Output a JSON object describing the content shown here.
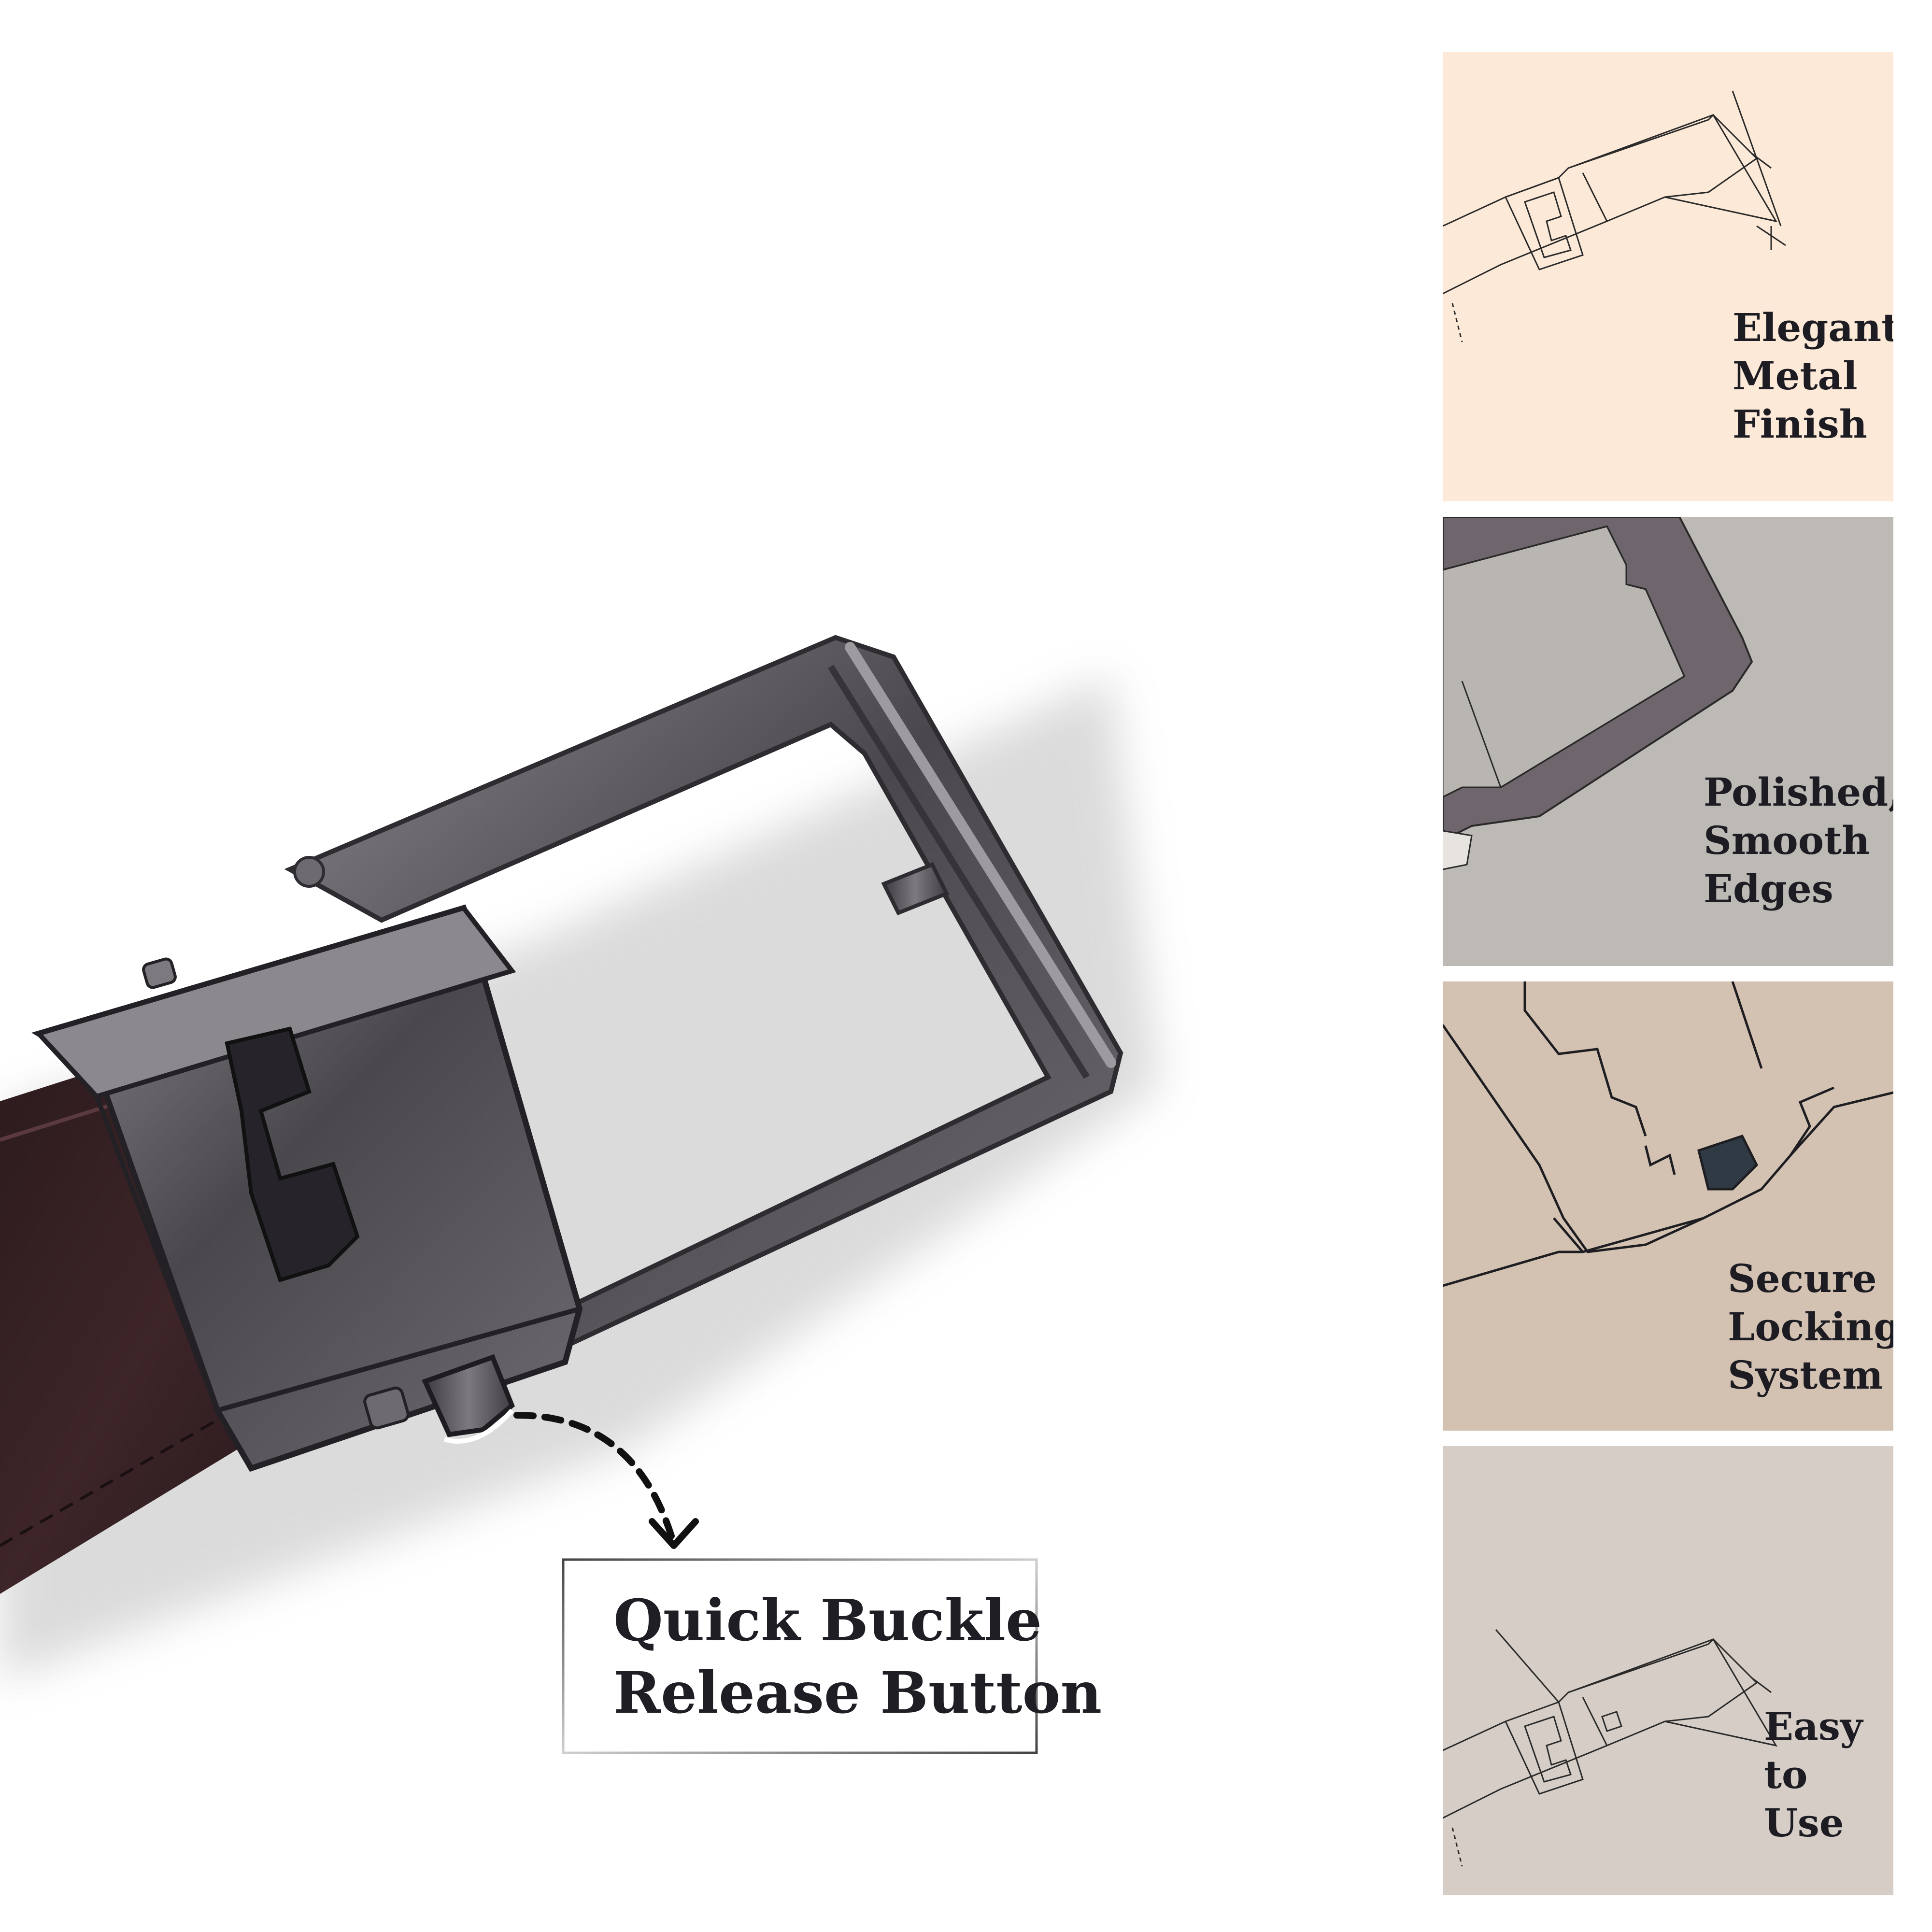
{
  "callout": {
    "line1": "Quick Buckle",
    "line2": "Release Button"
  },
  "features": [
    {
      "lines": [
        "Elegant",
        "Metal",
        "Finish"
      ],
      "bg": "#fde9d7"
    },
    {
      "lines": [
        "Polished,",
        "Smooth",
        "Edges"
      ],
      "bg": "#bdb9b5"
    },
    {
      "lines": [
        "Secure",
        "Locking",
        "System"
      ],
      "bg": "#d3c2b2"
    },
    {
      "lines": [
        "Easy",
        "to",
        "Use"
      ],
      "bg": "#d5cdc6"
    }
  ],
  "colors": {
    "buckle_metal": "#5a585d",
    "belt_leather": "#3a2326",
    "lock_button": "#2f3a44",
    "panel_edge_tone": "#6e666c"
  },
  "icons": [
    "belt-buckle-product-photo",
    "dashed-curved-arrow-icon",
    "buckle-outline-icon"
  ]
}
